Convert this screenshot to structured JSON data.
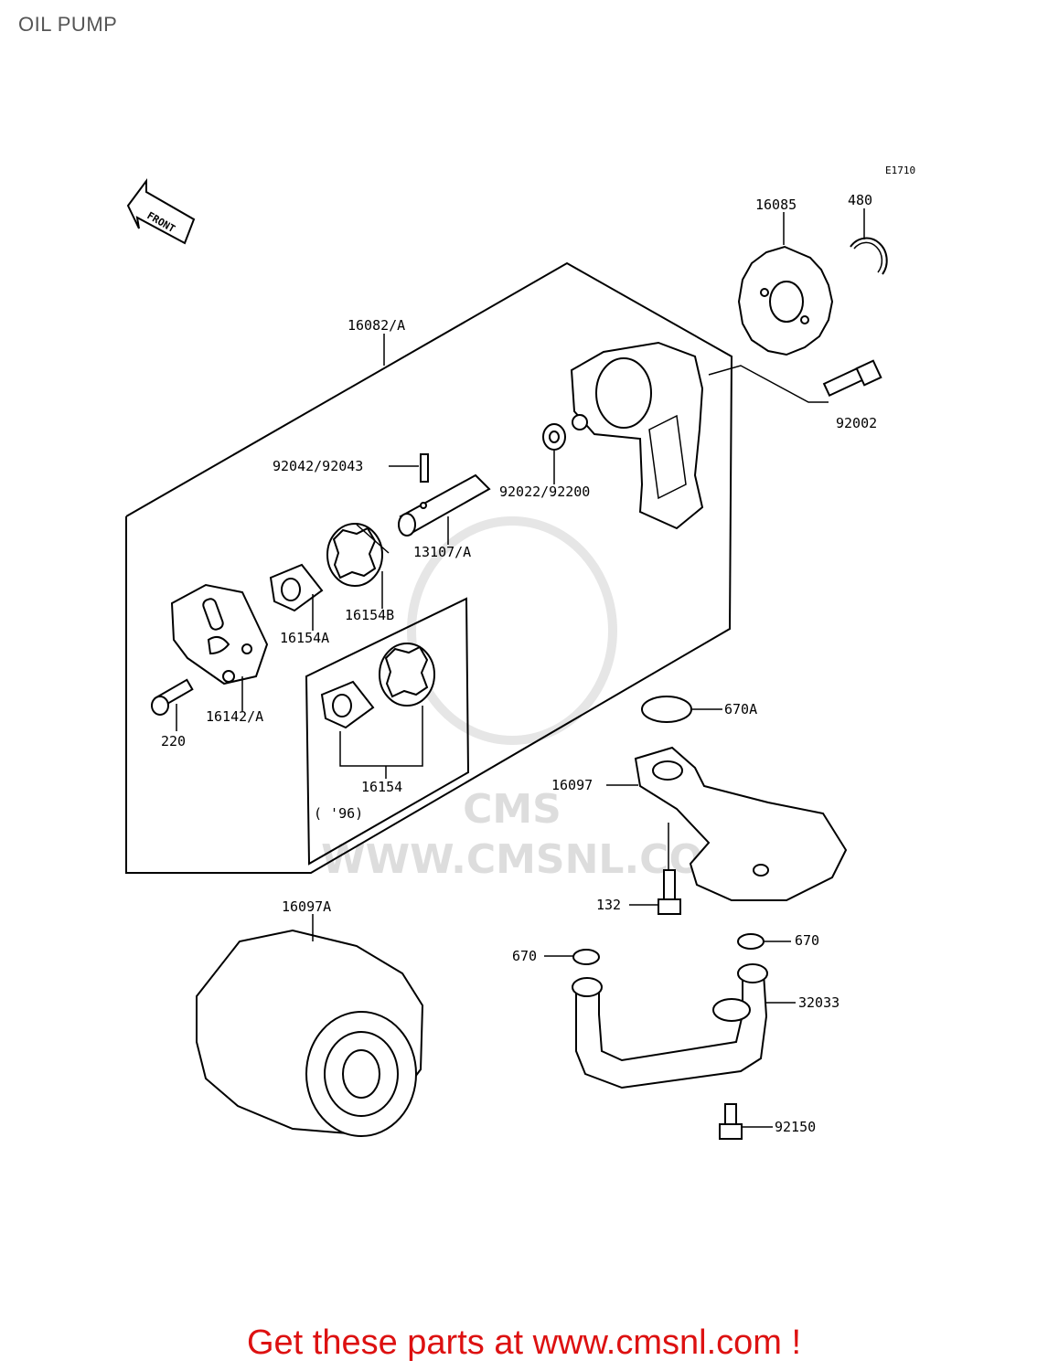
{
  "page": {
    "title": "OIL PUMP",
    "diagram_code": "E1710",
    "front_marker": "FRONT",
    "watermark": "WWW.CMSNL.CO",
    "footer": "Get these parts at www.cmsnl.com !"
  },
  "labels": {
    "p16085": "16085",
    "p480": "480",
    "p16082A": "16082/A",
    "p92002": "92002",
    "p92042": "92042/92043",
    "p92022": "92022/92200",
    "p13107A": "13107/A",
    "p16154B": "16154B",
    "p16154A": "16154A",
    "p16142A": "16142/A",
    "p220": "220",
    "p16154": "16154",
    "p96": "( '96)",
    "p670A": "670A",
    "p16097": "16097",
    "p132": "132",
    "p16097A": "16097A",
    "p670L": "670",
    "p670R": "670",
    "p32033": "32033",
    "p92150": "92150"
  }
}
